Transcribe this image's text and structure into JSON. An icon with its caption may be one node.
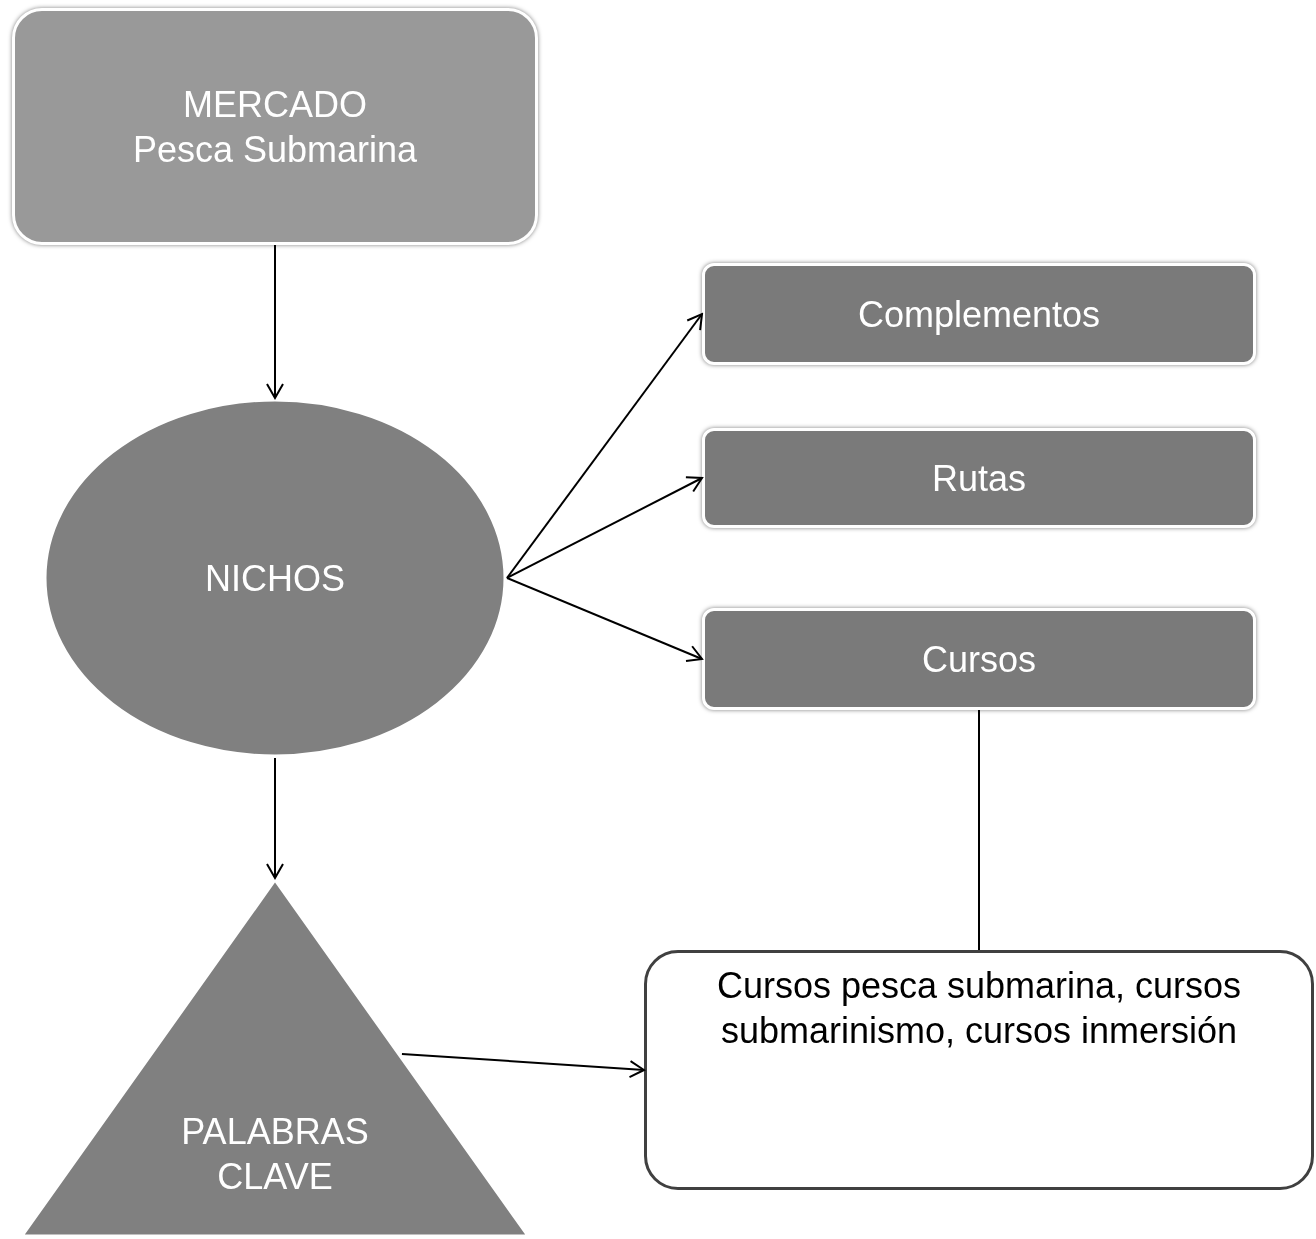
{
  "diagram": {
    "nodes": [
      {
        "text": [
          "MERCADO",
          "Pesca Submarina"
        ]
      },
      {
        "text": [
          "NICHOS"
        ]
      },
      {
        "text": [
          "Complementos"
        ]
      },
      {
        "text": [
          "Rutas"
        ]
      },
      {
        "text": [
          "Cursos"
        ]
      },
      {
        "text": [
          "PALABRAS CLAVE"
        ]
      },
      {
        "text": [
          "Cursos pesca submarina, cursos submarinismo, cursos inmersión"
        ]
      }
    ],
    "edges": [
      {
        "from": 0,
        "to": 1,
        "arrow": "to"
      },
      {
        "from": 1,
        "to": 2,
        "arrow": "to"
      },
      {
        "from": 1,
        "to": 3,
        "arrow": "to"
      },
      {
        "from": 1,
        "to": 4,
        "arrow": "to"
      },
      {
        "from": 1,
        "to": 5,
        "arrow": "to"
      },
      {
        "from": 4,
        "to": 6,
        "arrow": "none"
      },
      {
        "from": 5,
        "to": 6,
        "arrow": "to"
      }
    ]
  }
}
